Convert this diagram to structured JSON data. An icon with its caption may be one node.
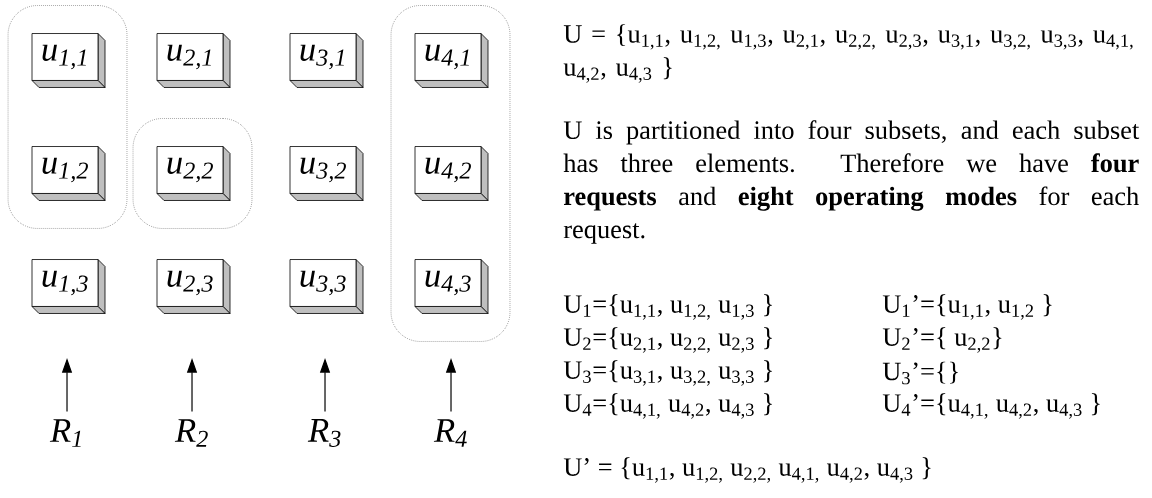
{
  "diagram": {
    "nodes": [
      {
        "text": [],
        "shape": "box"
      },
      {
        "text": [
          "u$_{1,1}$"
        ],
        "in": 0
      },
      {
        "text": [
          "u$_{2,1}$"
        ]
      },
      {
        "text": [
          "u$_{3,1}$"
        ]
      },
      {
        "text": [],
        "shape": "box"
      },
      {
        "text": [
          "u$_{4,1}$"
        ],
        "in": 4
      },
      {
        "text": [
          "u$_{1,2}$"
        ],
        "in": 0
      },
      {
        "text": [],
        "shape": "box"
      },
      {
        "text": [
          "u$_{2,2}$"
        ],
        "in": 7
      },
      {
        "text": [
          "u$_{3,2}$"
        ]
      },
      {
        "text": [
          "u$_{4,2}$"
        ],
        "in": 4
      },
      {
        "text": [
          "u$_{1,3}$"
        ]
      },
      {
        "text": [
          "u$_{2,3}$"
        ]
      },
      {
        "text": [
          "u$_{3,3}$"
        ]
      },
      {
        "text": [
          "u$_{4,3}$"
        ],
        "in": 4
      },
      {
        "text": [
          "R$_{1}$"
        ]
      },
      {
        "text": [
          "R$_{2}$"
        ]
      },
      {
        "text": [
          "R$_{3}$"
        ]
      },
      {
        "text": [
          "R$_{4}$"
        ]
      }
    ],
    "edges": [
      {
        "from": 15,
        "to": null,
        "arrow": "to"
      },
      {
        "from": 16,
        "to": null,
        "arrow": "to"
      },
      {
        "from": 17,
        "to": null,
        "arrow": "to"
      },
      {
        "from": 18,
        "to": null,
        "arrow": "to"
      }
    ],
    "labels": [
      "U = {u$_{1,1}$, u$_{1,2,}$ u$_{1,3}$, u$_{2,1}$, u$_{2,2,}$ u$_{2,3}$, u$_{3,1}$, u$_{3,2,}$ u$_{3,3}$, u$_{4,1,}$ u$_{4,2}$, u$_{4,3}$ }",
      "U is partitioned into four subsets, and each subset has three elements. Therefore we have **four requests** and **eight operating modes** for each request.",
      "U$_{1}$={u$_{1,1}$, u$_{1,2,}$ u$_{1,3}$ }",
      "U$_{1}$’={u$_{1,1}$, u$_{1,2}$ }",
      "U$_{2}$={u$_{2,1}$, u$_{2,2,}$ u$_{2,3}$ }",
      "U$_{2}$’={ u$_{2,2}$}",
      "U$_{3}$={u$_{3,1}$, u$_{3,2,}$ u$_{3,3}$ }",
      "U$_{3}$’={}",
      "U$_{4}$={u$_{4,1,}$ u$_{4,2}$, u$_{4,3}$ }",
      "U$_{4}$’={u$_{4,1,}$ u$_{4,2}$, u$_{4,3}$ }",
      "U’ = {u$_{1,1}$, u$_{1,2,}$ u$_{2,2,}$ u$_{4,1,}$ u$_{4,2}$, u$_{4,3}$ }"
    ]
  }
}
